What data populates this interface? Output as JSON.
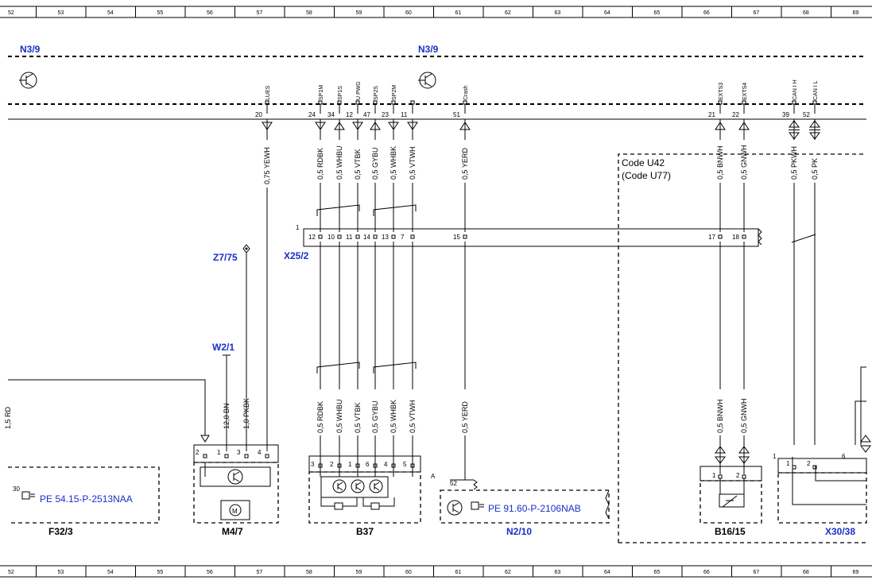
{
  "ruler": [
    "52",
    "53",
    "54",
    "55",
    "56",
    "57",
    "58",
    "59",
    "60",
    "61",
    "62",
    "63",
    "64",
    "65",
    "66",
    "67",
    "68",
    "69"
  ],
  "components": {
    "n3_9_left": "N3/9",
    "n3_9_right": "N3/9",
    "z7_75": "Z7/75",
    "w2_1": "W2/1",
    "x25_2": "X25/2",
    "f32_3": "F32/3",
    "m4_7": "M4/7",
    "b37": "B37",
    "n2_10": "N2/10",
    "b16_15": "B16/15",
    "x30_38": "X30/38"
  },
  "code_box": {
    "line1": "Code U42",
    "line2": "(Code U77)"
  },
  "signals": [
    {
      "name": "LUES",
      "pin": "20",
      "wire": "0,75 YEWH"
    },
    {
      "name": "SP1M",
      "pin": "24",
      "wire": "0,5 RDBK"
    },
    {
      "name": "SP1S",
      "pin": "34",
      "wire": "0,5 WHBU"
    },
    {
      "name": "U PWG",
      "pin": "12",
      "wire": "0,5 VTBK"
    },
    {
      "name": "SP2S",
      "pin": "47",
      "wire": "0,5 GYBU"
    },
    {
      "name": "SP2M",
      "pin": "23",
      "wire": "0,5 WHBK"
    },
    {
      "name": "",
      "pin": "11",
      "wire": "0,5 VTWH"
    },
    {
      "name": "Crash",
      "pin": "51",
      "wire": "0,5 YERD"
    },
    {
      "name": "EXTS3",
      "pin": "21",
      "wire": "0,5 BNWH"
    },
    {
      "name": "EXTS4",
      "pin": "22",
      "wire": "0,5 GNWH"
    },
    {
      "name": "CAN I H",
      "pin": "39",
      "wire": "0,5 PKWH"
    },
    {
      "name": "CAN I L",
      "pin": "52",
      "wire": "0,5 PK"
    }
  ],
  "x25_pins": [
    "12",
    "10",
    "11",
    "14",
    "13",
    "7",
    "15",
    "17",
    "18"
  ],
  "x25_mark": "1",
  "lower_wires": [
    "12,0 BN",
    "1,0 PKBK",
    "0,5 RDBK",
    "0,5 WHBU",
    "0,5 VTBK",
    "0,5 GYBU",
    "0,5 WHBK",
    "0,5 VTWH",
    "0,5 YERD",
    "0,5 BNWH",
    "0,5 GNWH"
  ],
  "m4_7_pins": [
    "2",
    "1",
    "3",
    "4"
  ],
  "b37_pins": [
    "3",
    "2",
    "1",
    "6",
    "4",
    "5"
  ],
  "n2_10_pin": "52",
  "n2_10_mark": "A",
  "b16_pins": [
    "1",
    "2"
  ],
  "x30_pins": [
    "1",
    "2"
  ],
  "x30_marks": [
    "1",
    "6"
  ],
  "f32_pin": "30",
  "left_cut_label": "1,5 RD",
  "refs": {
    "f32_3": "PE 54.15-P-2513NAA",
    "n2_10": "PE 91.60-P-2106NAB"
  }
}
